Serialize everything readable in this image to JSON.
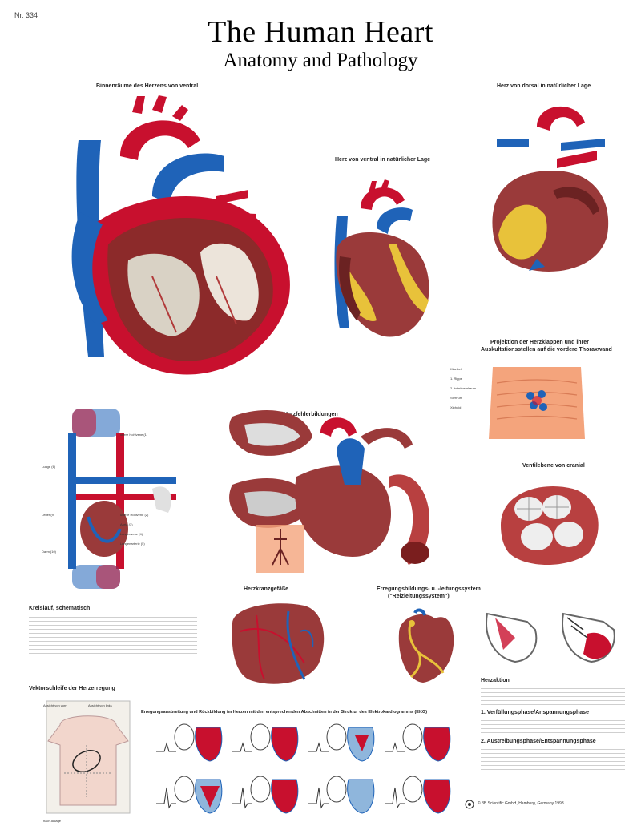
{
  "poster": {
    "number": "Nr. 334",
    "title": "The Human Heart",
    "subtitle": "Anatomy and Pathology"
  },
  "sections": {
    "front_interior": "Binnenräume des Herzens von ventral",
    "front_natural": "Herz von ventral in natürlicher Lage",
    "dorsal_natural": "Herz von dorsal in natürlicher Lage",
    "projection_line1": "Projektion der Herzklappen und ihrer",
    "projection_line2": "Auskultationsstellen auf die vordere Thoraxwand",
    "valve_plane": "Ventilebene von cranial",
    "circulation": "Kreislauf, schematisch",
    "heart_defects": "Herzfehlerbildungen",
    "coronary": "Herzkranzgefäße",
    "conduction_line1": "Erregungsbildungs- u. -leitungssystem",
    "conduction_line2": "(\"Reizleitungssystem\")",
    "vector_loop": "Vektorschleife der Herzerregung",
    "excitation": "Erregungsausbreitung und Rückbildung im Herzen mit den entsprechenden Abschnitten in der Struktur des Elektrokardiogramms (EKG)",
    "heart_action": "Herzaktion",
    "phase1": "1. Verfüllungsphase/Anspannungsphase",
    "phase2": "2. Austreibungsphase/Entspannungsphase"
  },
  "projection_labels": [
    "Klavikel",
    "1. Rippe",
    "2. Interkostalraum",
    "Sternum",
    "Xiphoid"
  ],
  "circulation_labels": [
    "Lunge (6)",
    "Leber (9)",
    "Darm (10)",
    "obere Hohlvene (1)",
    "untere Hohlvene (2)",
    "Aorta (3)",
    "Lungenvene (4)",
    "Lungenarterie (5)"
  ],
  "vector_labels": [
    "Ansicht von vorn",
    "Ansicht von links",
    "nach Anlage"
  ],
  "footer": "© 3B Scientific GmbH, Hamburg, Germany 1993",
  "colors": {
    "artery_red": "#c8102e",
    "vein_blue": "#1f63b8",
    "muscle": "#8c2a2a",
    "fat_yellow": "#e8c23a",
    "skin": "#f4a47c"
  }
}
